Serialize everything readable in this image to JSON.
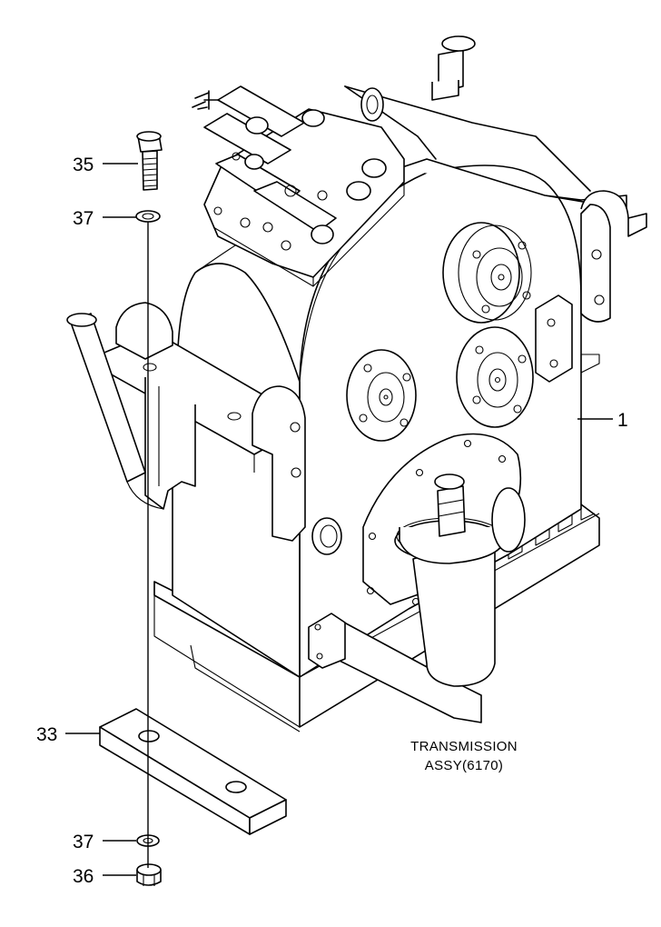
{
  "callouts": {
    "c35": "35",
    "c37_top": "37",
    "c1": "1",
    "c33": "33",
    "c37_bottom": "37",
    "c36": "36"
  },
  "caption": {
    "line1": "TRANSMISSION",
    "line2": "ASSY(6170)"
  }
}
